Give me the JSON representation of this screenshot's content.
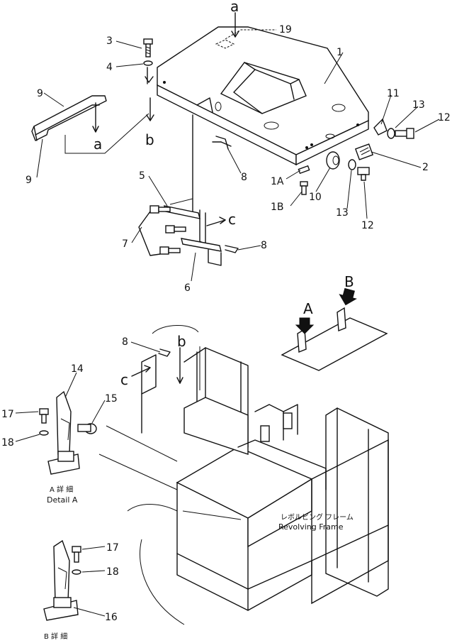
{
  "callouts": {
    "p1": "1",
    "p2": "2",
    "p3": "3",
    "p4": "4",
    "p5": "5",
    "p6": "6",
    "p7": "7",
    "p8a": "8",
    "p8b": "8",
    "p8c": "8",
    "p9a": "9",
    "p9b": "9",
    "p10": "10",
    "p11": "11",
    "p12a": "12",
    "p12b": "12",
    "p13a": "13",
    "p13b": "13",
    "p14": "14",
    "p15": "15",
    "p16": "16",
    "p17a": "17",
    "p17b": "17",
    "p18a": "18",
    "p18b": "18",
    "p19": "19",
    "p1A": "1A",
    "p1B": "1B"
  },
  "refs": {
    "a_top": "a",
    "a_left": "a",
    "b_top": "b",
    "b_bottom": "b",
    "c_top": "c",
    "c_bottom": "c",
    "A": "A",
    "B": "B"
  },
  "labels": {
    "detail_a_jp": "A 詳 細",
    "detail_a_en": "Detail A",
    "detail_b_jp": "B 詳 細",
    "revolving_jp": "レボルビング フレーム",
    "revolving_en": "Revolving Frame"
  }
}
